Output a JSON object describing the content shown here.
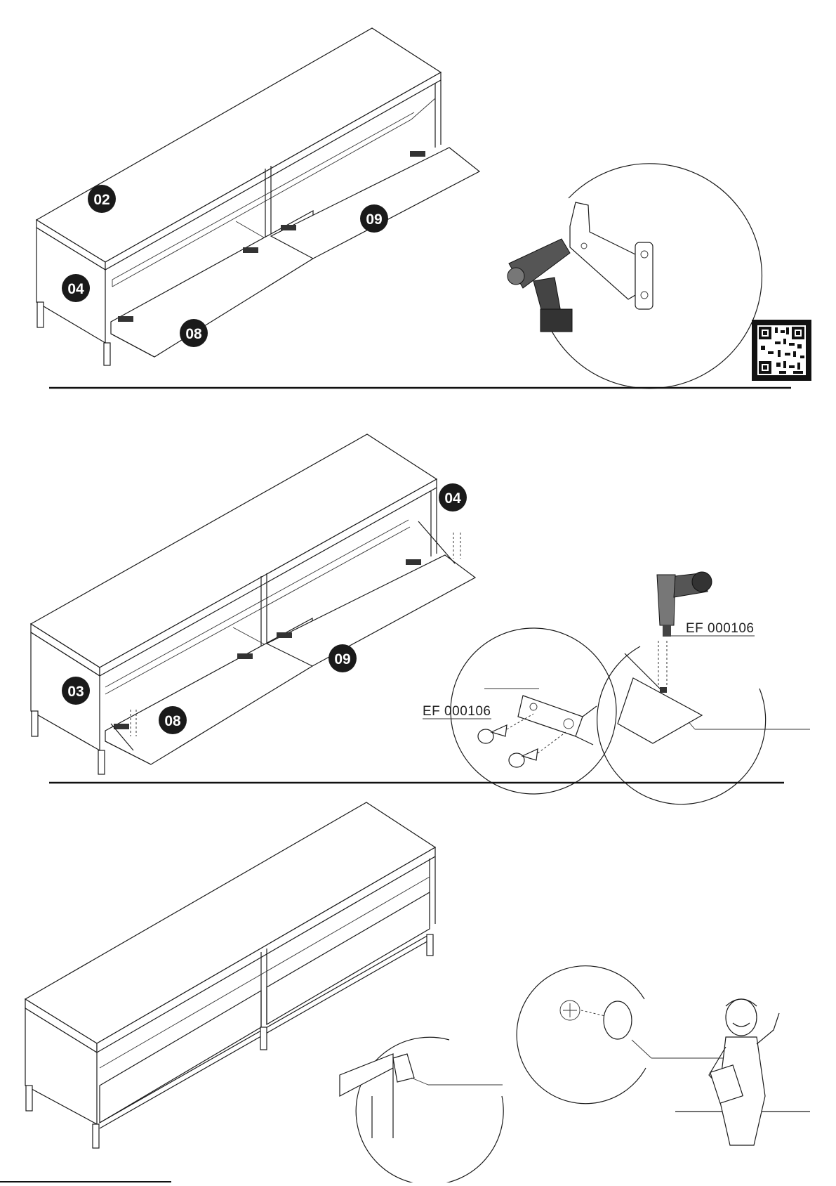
{
  "step1": {
    "part_labels": {
      "top": "02",
      "side": "04",
      "door_left": "08",
      "door_right": "09"
    },
    "icons": [
      "drill-icon",
      "hinge-icon",
      "qr-code-icon"
    ]
  },
  "step2": {
    "part_labels": {
      "side_right": "04",
      "side_left": "03",
      "door_left": "08",
      "door_right": "09"
    },
    "hardware_code_left": "EF 000106",
    "hardware_code_right": "EF 000106",
    "icons": [
      "drill-icon",
      "screw-icon",
      "stay-bracket-icon"
    ]
  },
  "step3": {
    "icons": [
      "door-bumper-icon",
      "screw-cap-icon",
      "assembly-mascot-icon"
    ]
  },
  "colors": {
    "line": "#1a1a1a",
    "badge": "#1a1a1a",
    "background": "#ffffff"
  }
}
